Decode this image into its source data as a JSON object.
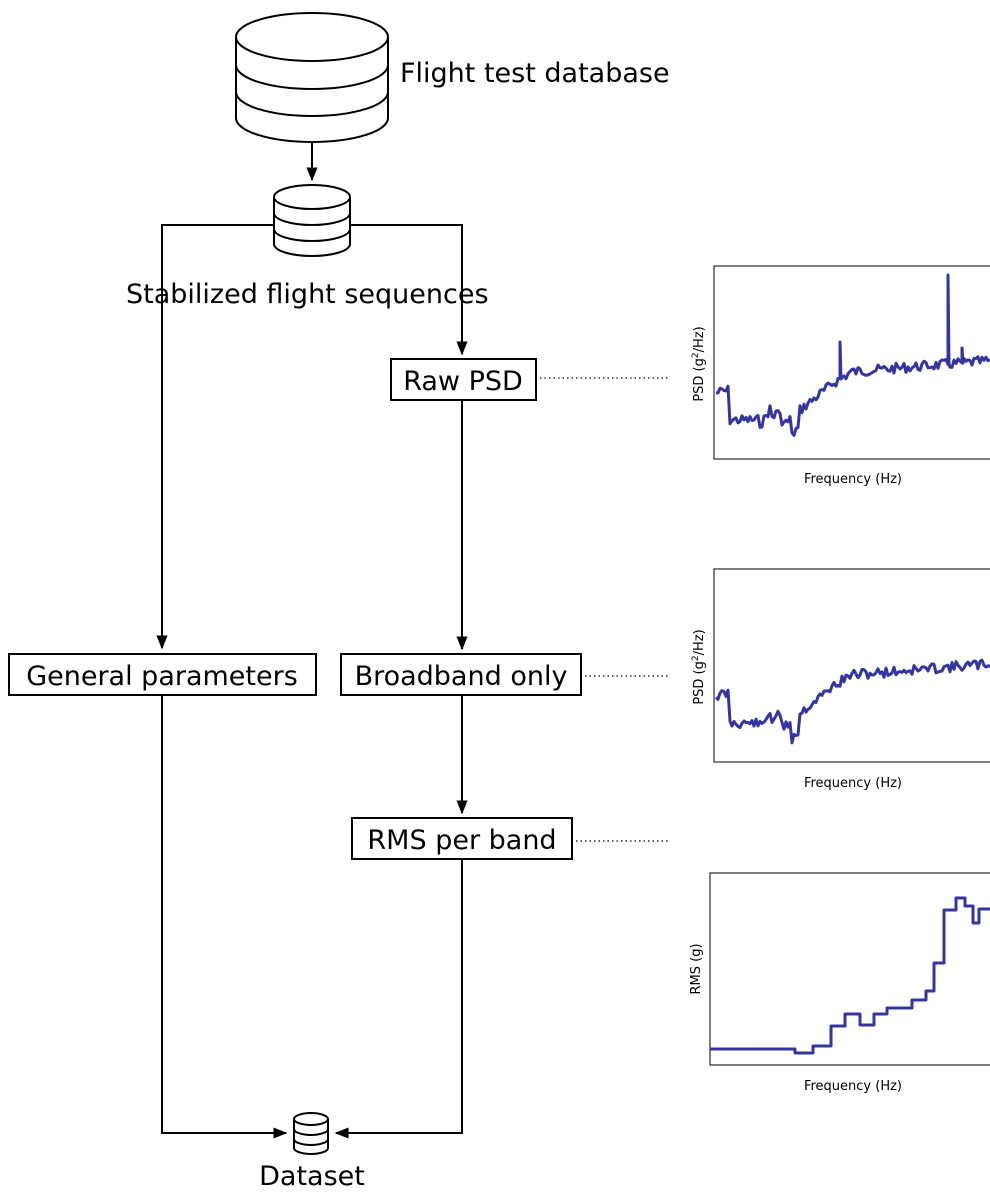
{
  "nodes": {
    "flight_db": "Flight test database",
    "stabilized": "Stabilized flight sequences",
    "raw_psd": "Raw PSD",
    "broadband": "Broadband only",
    "general": "General parameters",
    "rms_band": "RMS per band",
    "dataset": "Dataset"
  },
  "plots": {
    "raw_psd": {
      "ylabel_base": "PSD (g",
      "ylabel_sup": "2",
      "ylabel_tail": "/Hz)",
      "xlabel": "Frequency (Hz)"
    },
    "broadband": {
      "ylabel_base": "PSD (g",
      "ylabel_sup": "2",
      "ylabel_tail": "/Hz)",
      "xlabel": "Frequency (Hz)"
    },
    "rms": {
      "ylabel": "RMS (g)",
      "xlabel": "Frequency (Hz)"
    }
  },
  "colors": {
    "curve": "#3535a0",
    "lines": "#000000"
  }
}
